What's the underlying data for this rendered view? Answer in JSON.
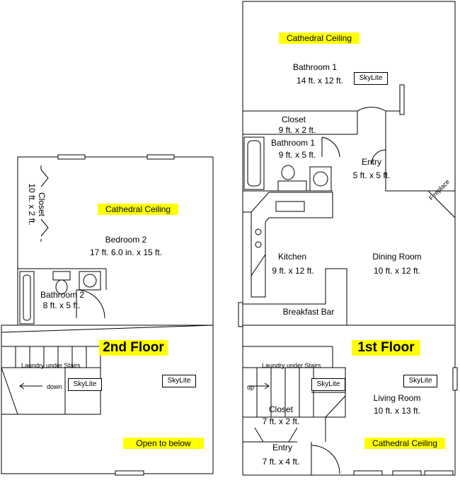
{
  "second_floor": {
    "floor_label": "2nd Floor",
    "bedroom": {
      "name": "Bedroom 2",
      "size": "17 ft. 6.0 in. x 15 ft."
    },
    "closet": {
      "name": "Closet",
      "size": "10 ft. x 2 ft."
    },
    "bathroom": {
      "name": "Bathroom 2",
      "size": "8 ft. x 5 ft."
    },
    "ceiling_note": "Cathedral Ceiling",
    "laundry_note": "Laundry under Stairs",
    "stair_direction": "down",
    "skylite_stairs": "SkyLite",
    "skylite_loft": "SkyLite",
    "open_note": "Open to below"
  },
  "first_floor": {
    "floor_label": "1st Floor",
    "top_ceiling_note": "Cathedral Ceiling",
    "bathroom_master": {
      "name": "Bathroom 1",
      "size": "14 ft. x 12 ft.",
      "skylite": "SkyLite"
    },
    "closet_upper": {
      "name": "Closet",
      "size": "9 ft. x 2 ft."
    },
    "bathroom_small": {
      "name": "Bathroom 1",
      "size": "9 ft. x 5 ft."
    },
    "entry_upper": {
      "name": "Entry",
      "size": "5 ft. x 5 ft."
    },
    "fireplace_note": "Fireplace",
    "kitchen": {
      "name": "Kitchen",
      "size": "9 ft. x 12 ft."
    },
    "dining": {
      "name": "Dining Room",
      "size": "10 ft. x 12 ft."
    },
    "breakfast_bar": "Breakfast Bar",
    "laundry_note": "Laundry under Stairs",
    "stair_direction": "up",
    "skylite_stairs": "SkyLite",
    "skylite_living": "SkyLite",
    "living": {
      "name": "Living Room",
      "size": "10 ft. x 13 ft."
    },
    "closet_lower": {
      "name": "Closet",
      "size": "7 ft. x 2 ft."
    },
    "entry_lower": {
      "name": "Entry",
      "size": "7 ft. x 4 ft."
    },
    "bottom_ceiling_note": "Cathedral Ceiling"
  }
}
